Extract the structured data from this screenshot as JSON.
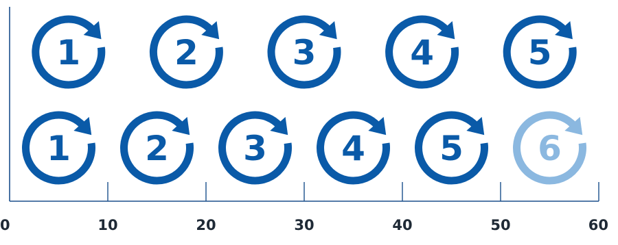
{
  "colors": {
    "primary": "#0a5aa8",
    "light": "#8bb8e0",
    "axis": "#1a4f8c",
    "tick_label": "#1f2a36"
  },
  "axis": {
    "min": 0,
    "max": 60,
    "ticks": [
      "0",
      "10",
      "20",
      "30",
      "40",
      "50",
      "60"
    ]
  },
  "rows": [
    {
      "name": "row-1",
      "cycles": [
        {
          "label": "1",
          "start": 0,
          "end": 12,
          "style": "primary"
        },
        {
          "label": "2",
          "start": 12,
          "end": 24,
          "style": "primary"
        },
        {
          "label": "3",
          "start": 24,
          "end": 36,
          "style": "primary"
        },
        {
          "label": "4",
          "start": 36,
          "end": 48,
          "style": "primary"
        },
        {
          "label": "5",
          "start": 48,
          "end": 60,
          "style": "primary"
        }
      ]
    },
    {
      "name": "row-2",
      "cycles": [
        {
          "label": "1",
          "start": 0,
          "end": 10,
          "style": "primary"
        },
        {
          "label": "2",
          "start": 10,
          "end": 20,
          "style": "primary"
        },
        {
          "label": "3",
          "start": 20,
          "end": 30,
          "style": "primary"
        },
        {
          "label": "4",
          "start": 30,
          "end": 40,
          "style": "primary"
        },
        {
          "label": "5",
          "start": 40,
          "end": 50,
          "style": "primary"
        },
        {
          "label": "6",
          "start": 50,
          "end": 60,
          "style": "light"
        }
      ]
    }
  ]
}
